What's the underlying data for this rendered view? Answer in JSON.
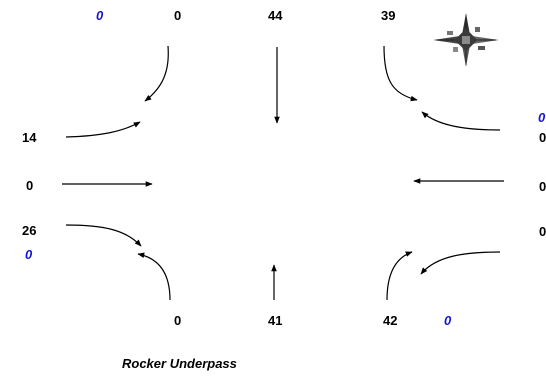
{
  "colors": {
    "count": "#000000",
    "pedestrian": "#1414d2",
    "arrow": "#000000"
  },
  "north": {
    "pedestrian": "0",
    "right": "0",
    "through": "44",
    "left": "39"
  },
  "west": {
    "left": "14",
    "through": "0",
    "right": "26",
    "pedestrian": "0"
  },
  "east": {
    "pedestrian": "0",
    "left": "0",
    "through": "0",
    "right": "0"
  },
  "south": {
    "left": "0",
    "through": "41",
    "right": "42",
    "pedestrian": "0"
  },
  "caption": "Rocker Underpass",
  "icons": {
    "compass": "north-compass-icon"
  }
}
